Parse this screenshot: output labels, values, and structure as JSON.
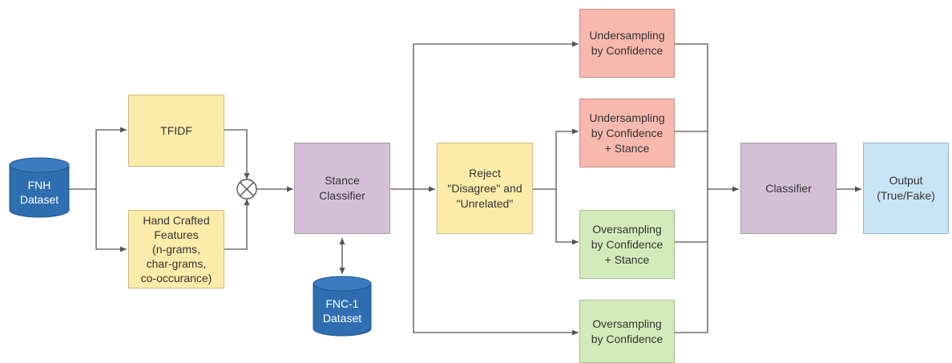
{
  "colors": {
    "yellow": "#fdeba9",
    "purple": "#d5bfd6",
    "red": "#f7b8ae",
    "green": "#d3ebba",
    "blue": "#c9e4f6",
    "database": "#2f6fb1",
    "line": "#555555"
  },
  "nodes": {
    "fnh_dataset": "FNH\nDataset",
    "tfidf": "TFIDF",
    "hand_crafted": "Hand Crafted\nFeatures\n(n-grams,\nchar-grams,\nco-occurance)",
    "combine_symbol": "⊗",
    "stance_classifier": "Stance\nClassifier",
    "fnc1_dataset": "FNC-1\nDataset",
    "reject": "Reject\n\"Disagree\" and\n\"Unrelated\"",
    "undersampling_conf": "Undersampling\nby Confidence",
    "undersampling_conf_stance": "Undersampling\nby Confidence\n+ Stance",
    "oversampling_conf_stance": "Oversampling\nby Confidence\n+ Stance",
    "oversampling_conf": "Oversampling\nby Confidence",
    "classifier": "Classifier",
    "output": "Output\n(True/Fake)"
  }
}
